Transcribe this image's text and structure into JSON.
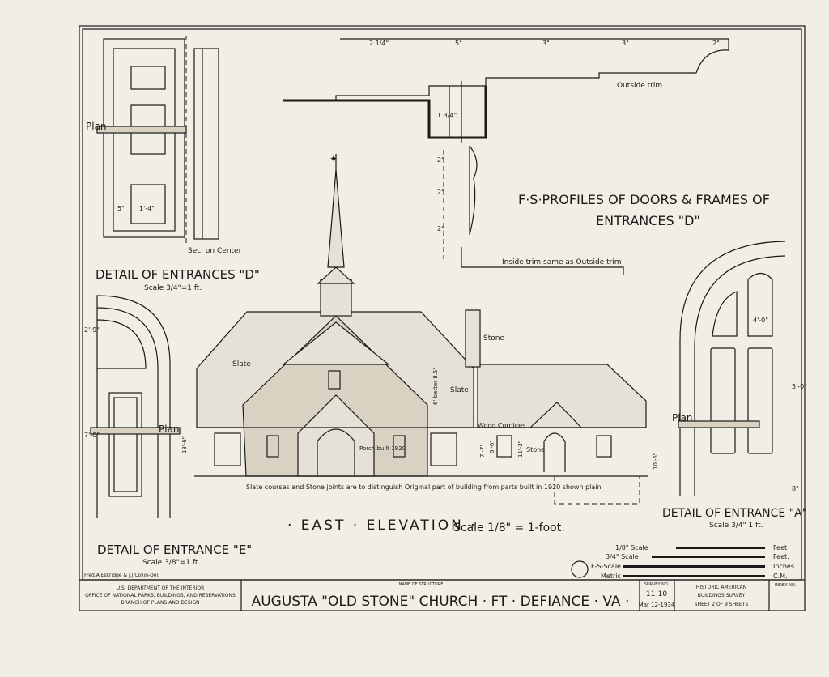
{
  "title_block": {
    "agency_line1": "U.S. DEPARTMENT OF THE INTERIOR",
    "agency_line2": "OFFICE OF NATIONAL PARKS, BUILDINGS, AND RESERVATIONS",
    "agency_line3": "BRANCH OF PLANS AND DESIGN",
    "name_label": "NAME OF STRUCTURE",
    "structure_name": "AUGUSTA \"OLD STONE\" CHURCH · FT · DEFIANCE · VA ·",
    "survey_label": "SURVEY NO.",
    "survey_no": "11-10",
    "date": "Mar 12-1934",
    "habs_line1": "HISTORIC AMERICAN",
    "habs_line2": "BUILDINGS SURVEY",
    "sheet_text": "SHEET 2 OF 9 SHEETS",
    "index_label": "INDEX NO.",
    "delineators": "Fred.A.Eskridge & J.J.Collin-Del."
  },
  "main_view": {
    "title": "· EAST · ELEVATION ·",
    "scale": "Scale 1/8\" = 1-foot.",
    "note": "Slate courses and Stone joints are to distinguish Original part of building from parts built in 1920 shown plain",
    "labels": {
      "slate_left": "Slate",
      "slate_right": "Slate",
      "stone_chimney": "Stone",
      "stone_wing": "Stone",
      "batter": "6' batter 8.5'",
      "wood_cornices": "Wood Cornices",
      "porch": "Porch built 1920",
      "dim_13": "13'-6\"",
      "dim_7": "7'-7\"",
      "dim_5": "5'-6\"",
      "dim_11": "11'-2\"",
      "dim_10": "10'-6\""
    }
  },
  "profiles": {
    "title_line1": "F·S·PROFILES OF DOORS & FRAMES OF",
    "title_line2": "ENTRANCES \"D\"",
    "outside_trim": "Outside trim",
    "inside_trim": "Inside trim same as Outside trim",
    "dims": [
      "2 1/4\"",
      "5\"",
      "3\"",
      "3\"",
      "2\"",
      "1 3/4\"",
      "2\"",
      "2\"",
      "2\""
    ]
  },
  "detail_d": {
    "title": "DETAIL OF ENTRANCES \"D\"",
    "scale": "Scale 3/4\"=1 ft.",
    "plan": "Plan",
    "section": "Sec. on Center",
    "dims": [
      "1'-4\"",
      "5\""
    ]
  },
  "detail_e": {
    "title": "DETAIL OF ENTRANCE \"E\"",
    "scale": "Scale 3/8\"=1 ft.",
    "plan": "Plan",
    "dims": [
      "2'-9\"",
      "7'-0\""
    ]
  },
  "detail_a": {
    "title": "DETAIL OF ENTRANCE \"A\"",
    "scale": "Scale 3/4\" 1 ft.",
    "plan": "Plan",
    "dims": [
      "4'-0\"",
      "5'-0\"",
      "8\""
    ]
  },
  "scales": [
    {
      "label": "1/8\" Scale",
      "unit": "Feet"
    },
    {
      "label": "3/4\" Scale",
      "unit": "Feet."
    },
    {
      "label": "F-S-Scale",
      "unit": "Inches."
    },
    {
      "label": "Metric",
      "unit": "C.M."
    }
  ],
  "colors": {
    "paper": "#f1eee6",
    "ink": "#1c1a18"
  }
}
